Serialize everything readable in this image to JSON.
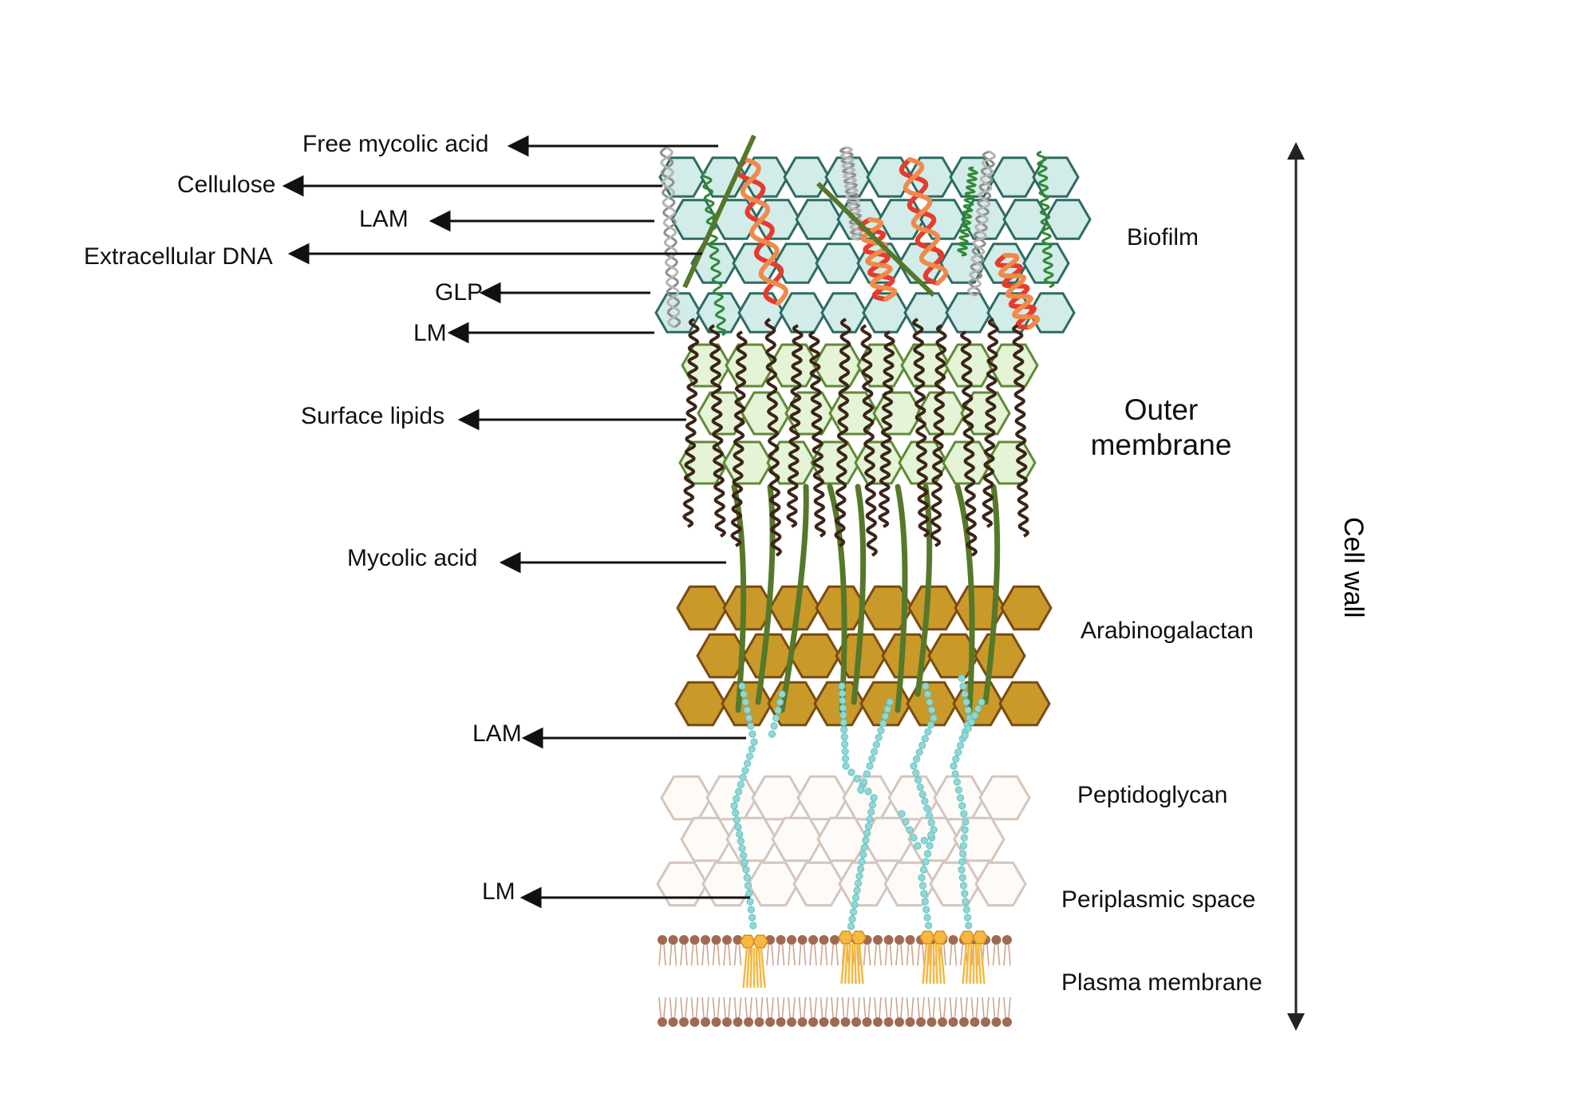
{
  "left_labels": [
    {
      "id": "free-mycolic-acid",
      "text": "Free mycolic acid"
    },
    {
      "id": "cellulose",
      "text": "Cellulose"
    },
    {
      "id": "lam-top",
      "text": "LAM"
    },
    {
      "id": "extracellular-dna",
      "text": "Extracellular DNA"
    },
    {
      "id": "glp",
      "text": "GLP"
    },
    {
      "id": "lm-top",
      "text": "LM"
    },
    {
      "id": "surface-lipids",
      "text": "Surface lipids"
    },
    {
      "id": "mycolic-acid",
      "text": "Mycolic acid"
    },
    {
      "id": "lam-bottom",
      "text": "LAM"
    },
    {
      "id": "lm-bottom",
      "text": "LM"
    }
  ],
  "layer_labels": {
    "biofilm": "Biofilm",
    "outer_membrane_line1": "Outer",
    "outer_membrane_line2": "membrane",
    "arabinogalactan": "Arabinogalactan",
    "peptidoglycan": "Peptidoglycan",
    "periplasmic_space": "Periplasmic space",
    "plasma_membrane": "Plasma membrane"
  },
  "cell_wall_label": "Cell wall",
  "colors": {
    "biofilm_fill": "#d2ece9",
    "biofilm_stroke": "#2d6b63",
    "outer_fill": "#e5f3d6",
    "outer_stroke": "#5f8a34",
    "arabinogalactan_fill": "#c99a2a",
    "arabinogalactan_stroke": "#7a4b12",
    "peptidoglycan_fill": "#fdfaf7",
    "peptidoglycan_stroke": "#d5c5bb",
    "mycolic_green": "#56782a",
    "lipid_brown": "#3b2417",
    "bead_cyan": "#8fd8d6",
    "membrane_brown": "#a06a52",
    "anchor_orange": "#f5b841",
    "dna_red": "#e63b2e",
    "dna_orange": "#f08a4b"
  }
}
